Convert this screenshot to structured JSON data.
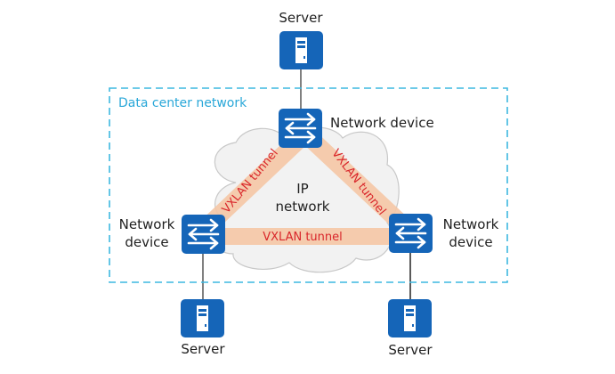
{
  "diagram": {
    "container_label": "Data center network",
    "cloud_label_line1": "IP",
    "cloud_label_line2": "network",
    "nodes": {
      "server_top": {
        "label": "Server",
        "icon": "server-icon"
      },
      "server_left": {
        "label": "Server",
        "icon": "server-icon"
      },
      "server_right": {
        "label": "Server",
        "icon": "server-icon"
      },
      "device_top": {
        "label": "Network device",
        "icon": "switch-icon"
      },
      "device_left": {
        "label_line1": "Network",
        "label_line2": "device",
        "icon": "switch-icon"
      },
      "device_right": {
        "label_line1": "Network",
        "label_line2": "device",
        "icon": "switch-icon"
      }
    },
    "tunnels": {
      "left": "VXLAN tunnel",
      "right": "VXLAN tunnel",
      "bottom": "VXLAN tunnel"
    },
    "colors": {
      "icon_blue": "#1565b8",
      "container_border": "#3db8e0",
      "container_text": "#29a7d8",
      "tunnel_fill": "#f5c6a5",
      "tunnel_text": "#d9262a",
      "cloud_fill": "#f2f2f2",
      "cloud_stroke": "#c8c8c8",
      "link": "#555555"
    }
  }
}
